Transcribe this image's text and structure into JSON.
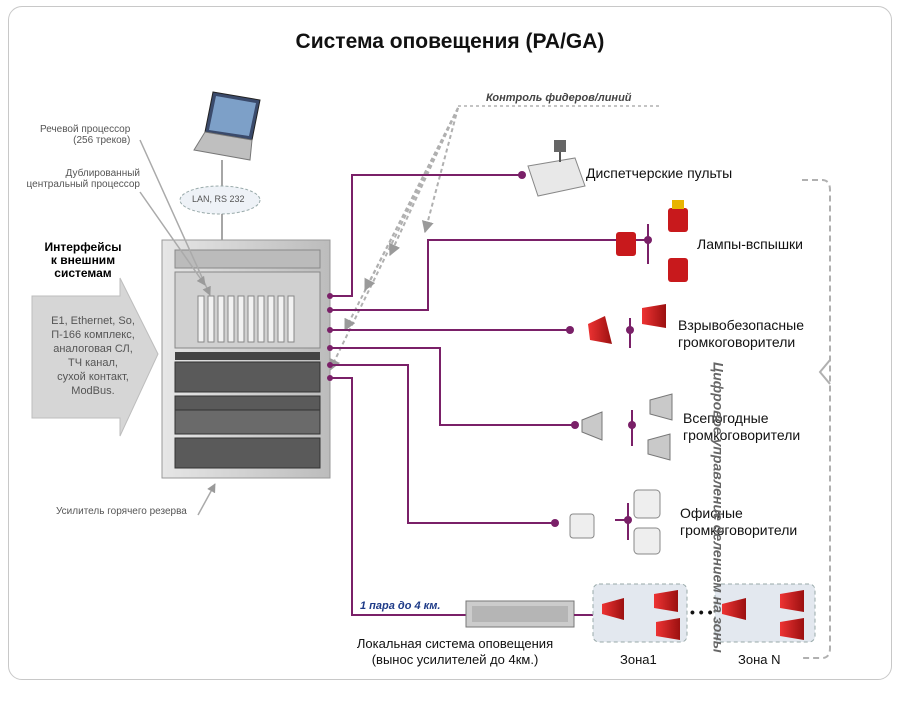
{
  "title": "Система оповещения (PA/GA)",
  "annotations": {
    "speech_processor": [
      "Речевой процессор",
      "(256 треков)"
    ],
    "dual_cpu": [
      "Дублированный",
      "центральный процессор"
    ],
    "hot_standby": "Усилитель горячего резерва",
    "feeder_control": "Контроль фидеров/линий",
    "lan": "LAN, RS 232"
  },
  "interfaces": {
    "heading": [
      "Интерфейсы",
      "к внешним",
      "системам"
    ],
    "items": [
      "E1, Ethernet, So,",
      "П-166 комплекс,",
      "аналоговая СЛ,",
      "ТЧ канал,",
      "сухой контакт,",
      "ModBus."
    ]
  },
  "devices": {
    "dispatch": "Диспетчерские пульты",
    "lamps": "Лампы-вспышки",
    "explosion_proof": [
      "Взрывобезопасные",
      "громкоговорители"
    ],
    "all_weather": [
      "Всепогодные",
      "громкоговорители"
    ],
    "office": [
      "Офисные",
      "громкоговорители"
    ]
  },
  "local_system": {
    "distance": "1 пара до 4 км.",
    "label": [
      "Локальная система оповещения",
      "(вынос усилителей до 4км.)"
    ],
    "zone1": "Зона1",
    "zoneN": "Зона N",
    "dots": "• • •"
  },
  "zoning": "Цифровое управление делением на зоны",
  "colors": {
    "line": "#7a2068",
    "speaker_red": "#c8191c",
    "arrow_gray": "#c9c9c9",
    "cabinet": "#d8d8d8"
  }
}
